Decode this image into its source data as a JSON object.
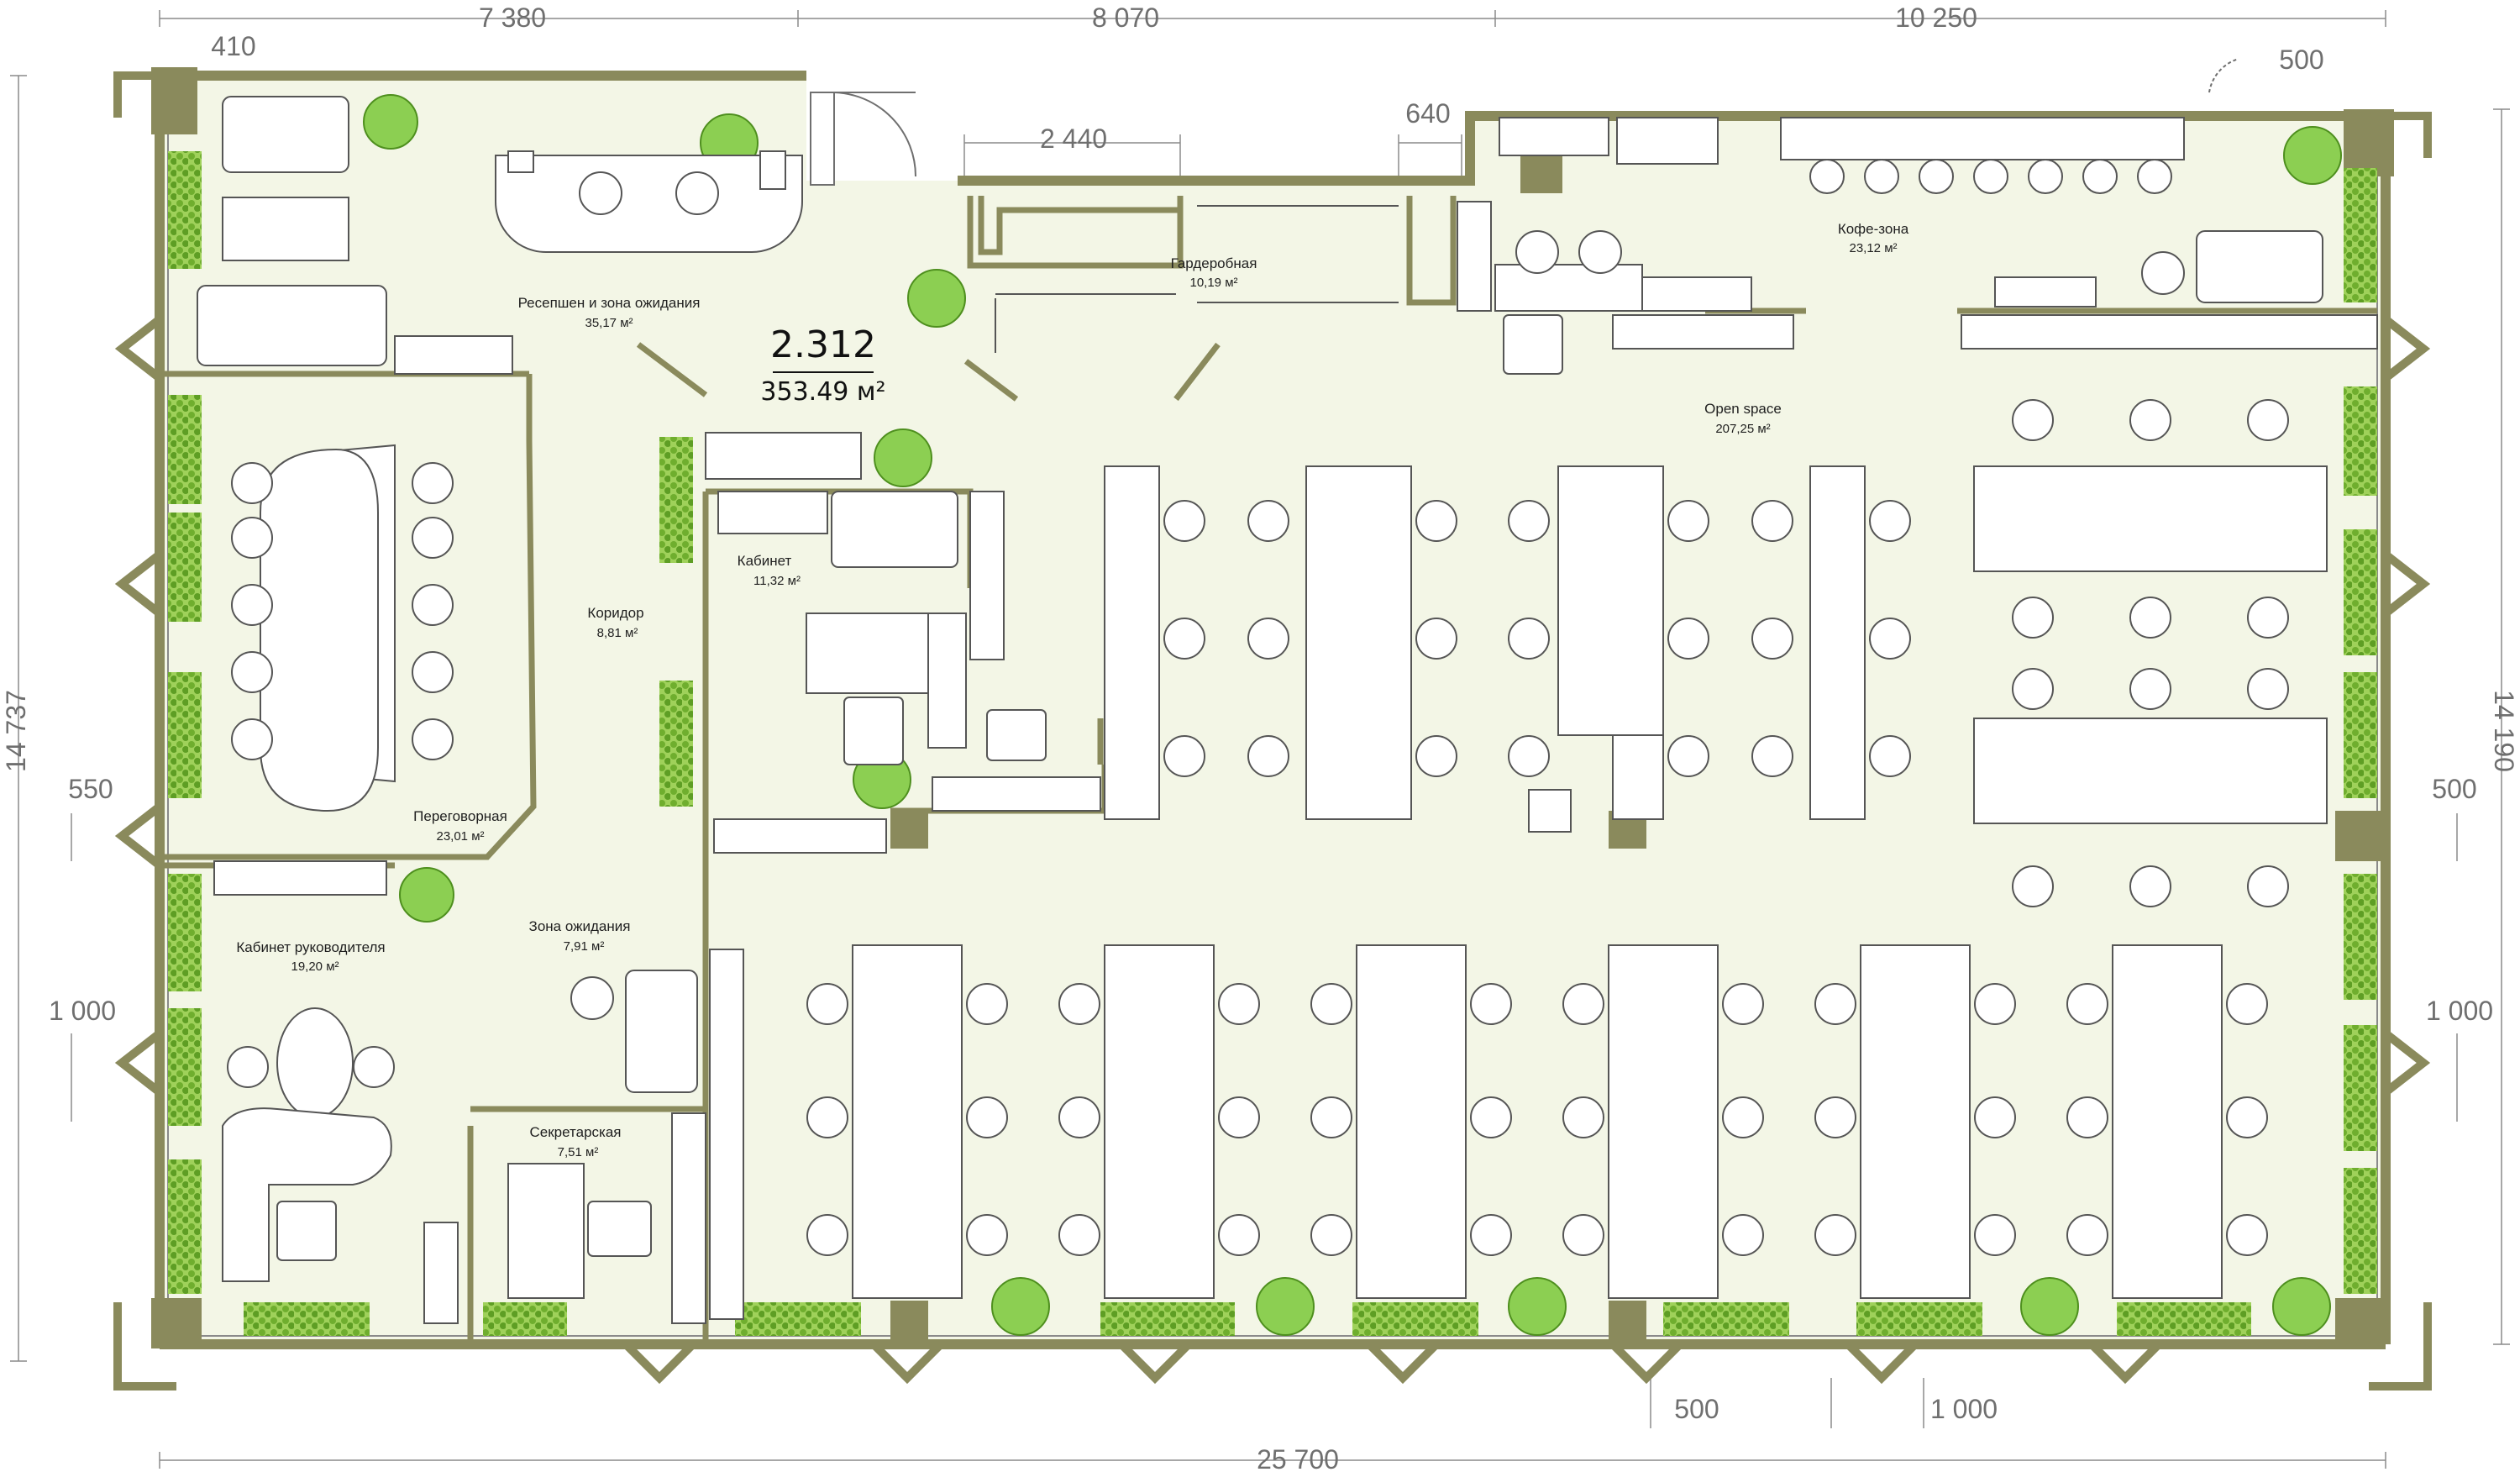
{
  "unit": {
    "number": "2.312",
    "area": "353.49 м²"
  },
  "dimensions": {
    "top_left": "7 380",
    "top_mid": "8 070",
    "top_right": "10 250",
    "top_410": "410",
    "top_2440": "2 440",
    "top_640": "640",
    "top_500": "500",
    "left_total": "14 737",
    "left_550": "550",
    "left_1000": "1 000",
    "right_total": "14 190",
    "right_500": "500",
    "right_1000": "1 000",
    "bottom_500": "500",
    "bottom_1000": "1 000",
    "bottom_total": "25 700"
  },
  "rooms": {
    "reception": {
      "name": "Ресепшен и зона ожидания",
      "area": "35,17 м²"
    },
    "wardrobe": {
      "name": "Гардеробная",
      "area": "10,19 м²"
    },
    "coffee": {
      "name": "Кофе-зона",
      "area": "23,12 м²"
    },
    "openspace": {
      "name": "Open space",
      "area": "207,25 м²"
    },
    "cabinet": {
      "name": "Кабинет",
      "area": "11,32 м²"
    },
    "corridor": {
      "name": "Коридор",
      "area": "8,81 м²"
    },
    "meeting": {
      "name": "Переговорная",
      "area": "23,01 м²"
    },
    "director": {
      "name": "Кабинет руководителя",
      "area": "19,20 м²"
    },
    "waiting": {
      "name": "Зона ожидания",
      "area": "7,91 м²"
    },
    "secretary": {
      "name": "Секретарская",
      "area": "7,51 м²"
    }
  },
  "colors": {
    "wall": "#8a8a5c",
    "floor": "#f3f6e6",
    "plant": "#7fbf3f",
    "line": "#6f6f6f"
  }
}
